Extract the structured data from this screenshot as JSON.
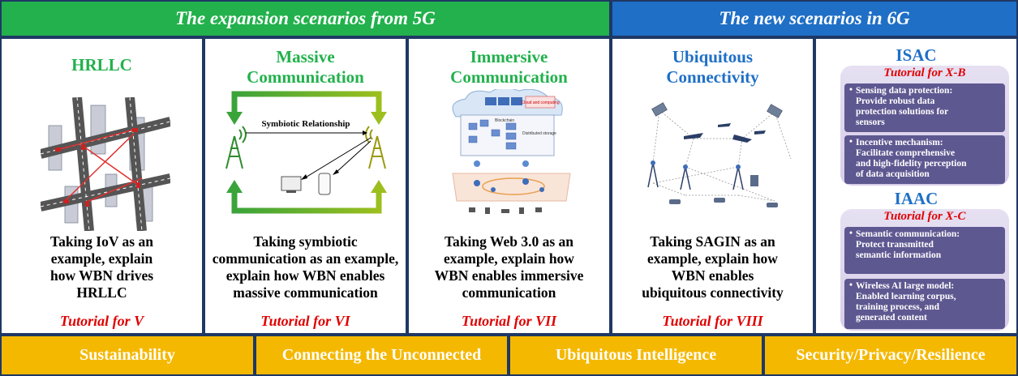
{
  "headers": {
    "left": "The expansion scenarios from 5G",
    "right": "The new scenarios in 6G"
  },
  "panels": [
    {
      "title": "HRLLC",
      "desc": [
        "Taking IoV as an",
        "example, explain",
        "how WBN drives",
        "HRLLC"
      ],
      "tutorial": "Tutorial for V"
    },
    {
      "title": [
        "Massive",
        "Communication"
      ],
      "desc": [
        "Taking symbiotic",
        "communication as an example,",
        "explain how WBN enables",
        "massive communication"
      ],
      "tutorial": "Tutorial for VI",
      "figure_label": "Symbiotic Relationship"
    },
    {
      "title": [
        "Immersive",
        "Communication"
      ],
      "desc": [
        "Taking Web 3.0 as an",
        "example, explain how",
        "WBN enables immersive",
        "communication"
      ],
      "tutorial": "Tutorial for VII",
      "figure_labels": {
        "compute": "Cloud and computing",
        "blockchain": "Blockchain",
        "storage": "Distributed storage"
      }
    },
    {
      "title": [
        "Ubiquitous",
        "Connectivity"
      ],
      "desc": [
        "Taking SAGIN as an",
        "example, explain how",
        "WBN enables",
        "ubiquitous connectivity"
      ],
      "tutorial": "Tutorial for VIII"
    }
  ],
  "isac": {
    "title": "ISAC",
    "tutorial": "Tutorial for X-B",
    "items": [
      [
        "Sensing data protection:",
        "Provide robust data",
        "protection solutions for",
        "sensors"
      ],
      [
        "Incentive mechanism:",
        "Facilitate comprehensive",
        "and high-fidelity perception",
        "of data acquisition"
      ]
    ]
  },
  "iaac": {
    "title": "IAAC",
    "tutorial": "Tutorial for X-C",
    "items": [
      [
        "Semantic communication:",
        "Protect transmitted",
        "semantic information"
      ],
      [
        "Wireless AI large model:",
        "Enabled learning corpus,",
        "training process, and",
        "generated content"
      ]
    ]
  },
  "footer": [
    "Sustainability",
    "Connecting the Unconnected",
    "Ubiquitous Intelligence",
    "Security/Privacy/Resilience"
  ],
  "colors": {
    "green": "#22b14c",
    "blue": "#1f6fc6",
    "red": "#e00000",
    "gold": "#f5b800",
    "navy": "#1f3864",
    "purple": "#5e5891"
  }
}
